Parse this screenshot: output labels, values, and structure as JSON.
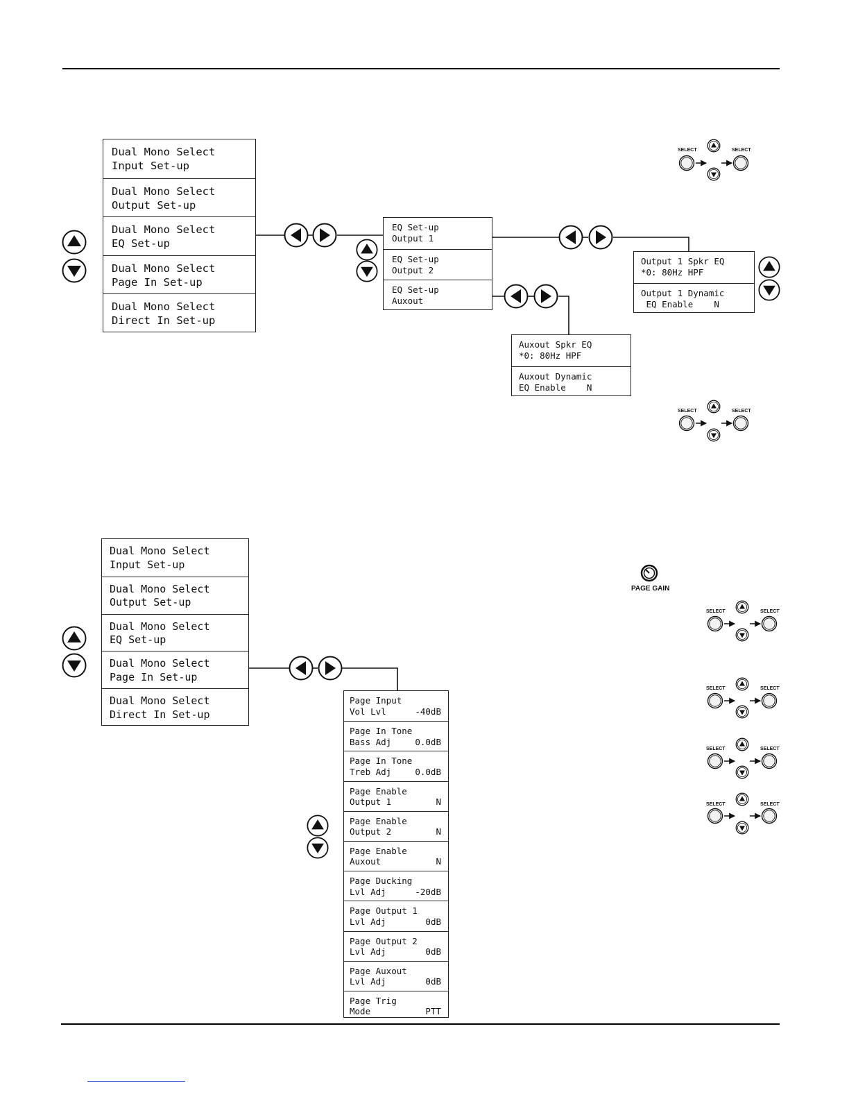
{
  "top_menu": [
    {
      "line1": "Dual Mono Select",
      "line2": "Input Set-up"
    },
    {
      "line1": "Dual Mono Select",
      "line2": "Output Set-up"
    },
    {
      "line1": "Dual Mono Select",
      "line2": "EQ Set-up"
    },
    {
      "line1": "Dual Mono Select",
      "line2": "Page In Set-up"
    },
    {
      "line1": "Dual Mono Select",
      "line2": "Direct In Set-up"
    }
  ],
  "eq_menu": [
    {
      "line1": "EQ Set-up",
      "line2": "Output 1"
    },
    {
      "line1": "EQ Set-up",
      "line2": "Output 2"
    },
    {
      "line1": "EQ Set-up",
      "line2": "Auxout"
    }
  ],
  "output1_menu": [
    {
      "line1": "Output 1 Spkr EQ",
      "line2": "*0: 80Hz HPF"
    },
    {
      "line1": "Output 1 Dynamic",
      "line2": " EQ Enable    N"
    }
  ],
  "auxout_menu": [
    {
      "line1": "Auxout Spkr EQ",
      "line2": "*0: 80Hz HPF"
    },
    {
      "line1": "Auxout Dynamic",
      "line2": "EQ Enable    N"
    }
  ],
  "bottom_menu": [
    {
      "line1": "Dual Mono Select",
      "line2": "Input Set-up"
    },
    {
      "line1": "Dual Mono Select",
      "line2": "Output Set-up"
    },
    {
      "line1": "Dual Mono Select",
      "line2": "EQ Set-up"
    },
    {
      "line1": "Dual Mono Select",
      "line2": "Page In Set-up"
    },
    {
      "line1": "Dual Mono Select",
      "line2": "Direct In Set-up"
    }
  ],
  "page_menu": [
    {
      "line1": "Page Input",
      "label": "Vol Lvl",
      "value": "-40dB"
    },
    {
      "line1": "Page In Tone",
      "label": "Bass Adj",
      "value": "0.0dB"
    },
    {
      "line1": "Page In Tone",
      "label": "Treb Adj",
      "value": "0.0dB"
    },
    {
      "line1": "Page Enable",
      "label": "Output 1",
      "value": "N"
    },
    {
      "line1": "Page Enable",
      "label": "Output 2",
      "value": "N"
    },
    {
      "line1": "Page Enable",
      "label": "Auxout",
      "value": "N"
    },
    {
      "line1": "Page Ducking",
      "label": "Lvl Adj",
      "value": "-20dB"
    },
    {
      "line1": "Page Output 1",
      "label": "Lvl Adj",
      "value": "0dB"
    },
    {
      "line1": "Page Output 2",
      "label": "Lvl Adj",
      "value": "0dB"
    },
    {
      "line1": "Page Auxout",
      "label": "Lvl Adj",
      "value": "0dB"
    },
    {
      "line1": "Page Trig",
      "label": "Mode",
      "value": "PTT"
    }
  ],
  "labels": {
    "select": "SELECT",
    "page_gain": "PAGE GAIN"
  },
  "icons": [
    "up-arrow-icon",
    "down-arrow-icon",
    "left-arrow-icon",
    "right-arrow-icon",
    "select-button-icon",
    "gain-knob-icon"
  ]
}
